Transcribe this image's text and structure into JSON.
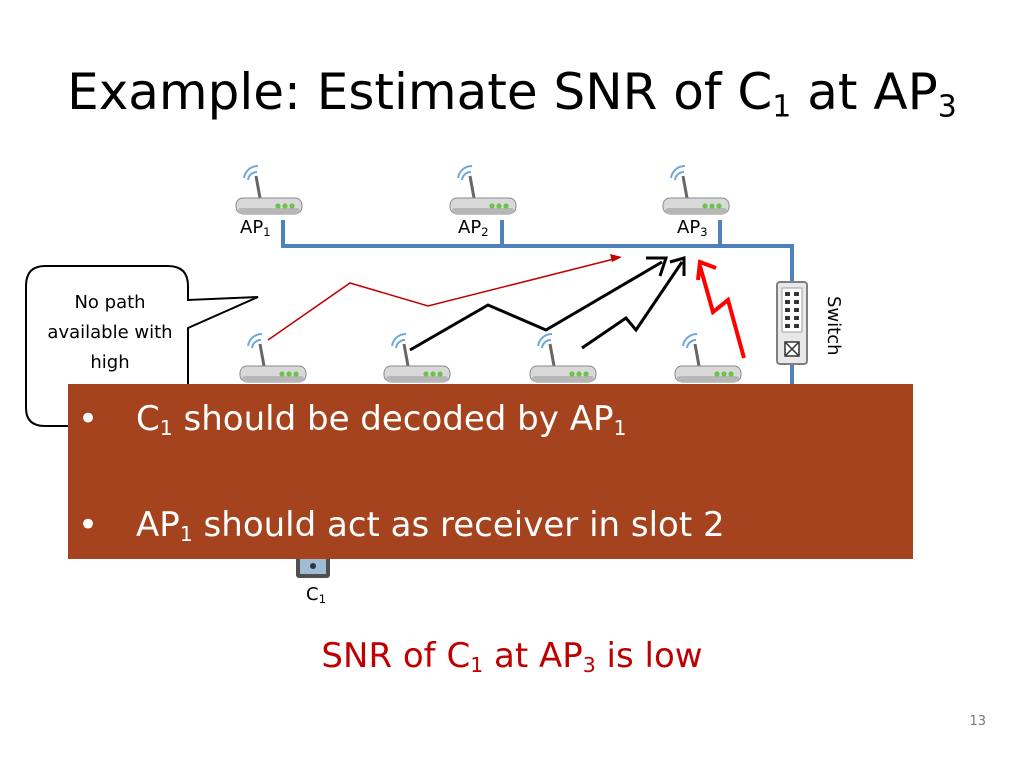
{
  "title": {
    "main": "Example: Estimate SNR of C",
    "sub1": "1",
    "mid": " at AP",
    "sub2": "3"
  },
  "access_points": [
    {
      "prefix": "AP",
      "sub": "1"
    },
    {
      "prefix": "AP",
      "sub": "2"
    },
    {
      "prefix": "AP",
      "sub": "3"
    }
  ],
  "switch_label": "Switch",
  "callout_text": "No path available with high",
  "client_label": {
    "prefix": "C",
    "sub": "1"
  },
  "bullets": [
    {
      "symbol": "•",
      "p1": "C",
      "s1": "1",
      "p2": " should be decoded by AP",
      "s2": "1"
    },
    {
      "symbol": "•",
      "p1": "AP",
      "s1": "1",
      "p2": " should act as receiver in slot 2"
    }
  ],
  "caption": {
    "p1": "SNR of C",
    "s1": "1",
    "p2": " at AP",
    "s2": "3",
    "p3": " is low"
  },
  "page_number": "13",
  "colors": {
    "bullet_box": "#a5431e",
    "caption": "#c00000",
    "network_line": "#4f81bd",
    "red_path": "#c00000",
    "interference": "#ff0000"
  }
}
